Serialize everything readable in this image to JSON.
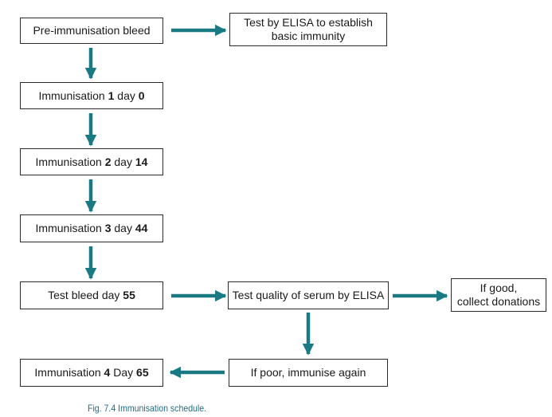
{
  "colors": {
    "arrow": "#1a7a84",
    "box_border": "#2b2b2b",
    "caption": "#1f6f86"
  },
  "boxes": {
    "pre_bleed": "Pre-immunisation bleed",
    "elisa_basic": {
      "line1": "Test by ELISA to establish",
      "line2": "basic immunity"
    },
    "imm1": {
      "prefix": "Immunisation ",
      "num": "1",
      "mid": " day ",
      "day": "0"
    },
    "imm2": {
      "prefix": "Immunisation ",
      "num": "2",
      "mid": " day ",
      "day": "14"
    },
    "imm3": {
      "prefix": "Immunisation ",
      "num": "3",
      "mid": " day ",
      "day": "44"
    },
    "test_bleed": {
      "prefix": "Test bleed day ",
      "day": "55"
    },
    "quality": "Test quality of serum by ELISA",
    "good": {
      "line1": "If good,",
      "line2": "collect donations"
    },
    "poor": "If poor, immunise again",
    "imm4": {
      "prefix": "Immunisation ",
      "num": "4",
      "mid": " Day ",
      "day": "65"
    }
  },
  "caption": "Fig. 7.4  Immunisation schedule."
}
